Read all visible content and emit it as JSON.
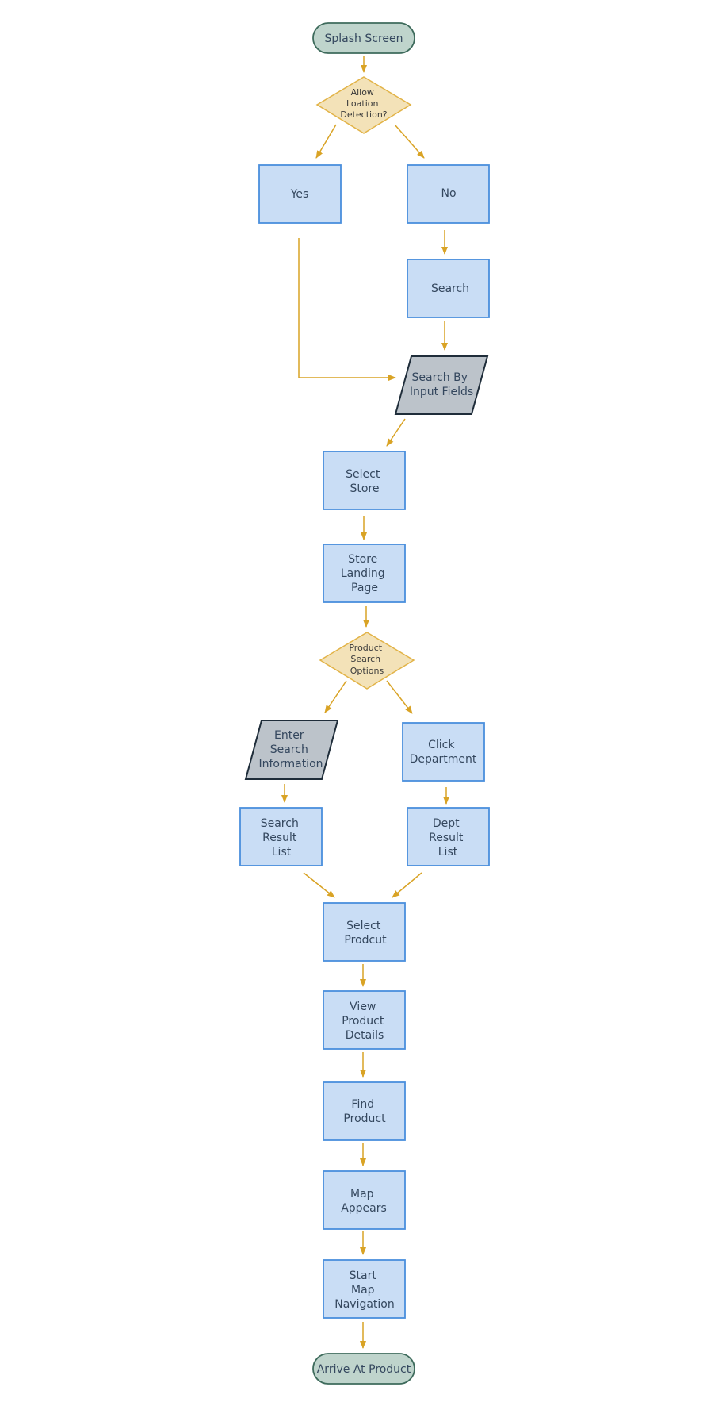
{
  "colors": {
    "process_fill": "#c9ddf5",
    "process_stroke": "#4a8fdd",
    "decision_fill": "#f3e2b8",
    "decision_stroke": "#e2b347",
    "terminal_fill": "#bfd4cc",
    "terminal_stroke": "#3e6b5c",
    "io_fill": "#bcc3ca",
    "io_stroke": "#1f2d3a",
    "arrow": "#d9a325"
  },
  "nodes": {
    "splash_screen": "Splash Screen",
    "allow_location": [
      "Allow",
      "Loation",
      "Detection?"
    ],
    "yes": "Yes",
    "no": "No",
    "search": "Search",
    "search_by_input": [
      "Search By",
      "Input Fields"
    ],
    "select_store": [
      "Select",
      "Store"
    ],
    "store_landing": [
      "Store",
      "Landing",
      "Page"
    ],
    "product_search_options": [
      "Product",
      "Search",
      "Options"
    ],
    "enter_search_info": [
      "Enter",
      "Search",
      "Information"
    ],
    "click_department": [
      "Click",
      "Department"
    ],
    "search_result_list": [
      "Search",
      "Result",
      "List"
    ],
    "dept_result_list": [
      "Dept",
      "Result",
      "List"
    ],
    "select_product": [
      "Select",
      "Prodcut"
    ],
    "view_product_details": [
      "View",
      "Product",
      "Details"
    ],
    "find_product": [
      "Find",
      "Product"
    ],
    "map_appears": [
      "Map",
      "Appears"
    ],
    "start_map_navigation": [
      "Start",
      "Map",
      "Navigation"
    ],
    "arrive_at_product": "Arrive At Product"
  }
}
